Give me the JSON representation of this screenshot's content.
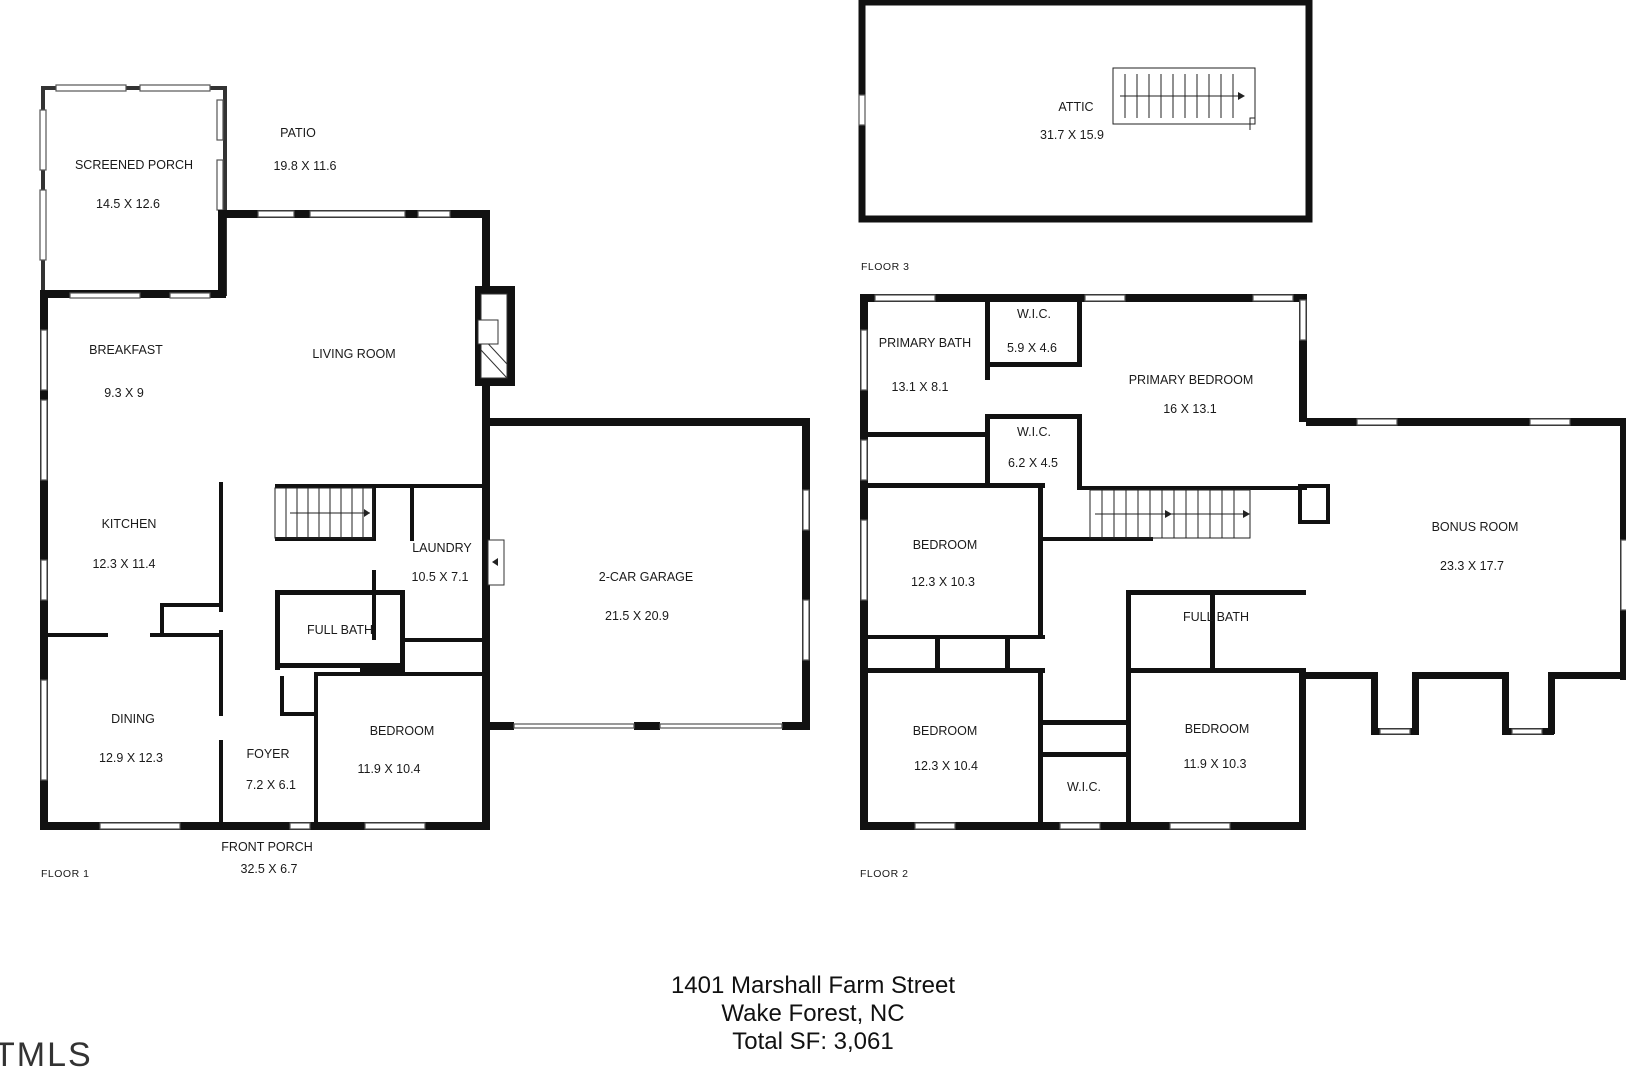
{
  "floors": {
    "floor1": {
      "label": "FLOOR 1",
      "rooms": [
        {
          "name": "SCREENED PORCH",
          "dims": "14.5 X 12.6"
        },
        {
          "name": "PATIO",
          "dims": "19.8 X 11.6"
        },
        {
          "name": "BREAKFAST",
          "dims": "9.3 X 9"
        },
        {
          "name": "LIVING ROOM",
          "dims": ""
        },
        {
          "name": "KITCHEN",
          "dims": "12.3 X 11.4"
        },
        {
          "name": "LAUNDRY",
          "dims": "10.5 X 7.1"
        },
        {
          "name": "2-CAR GARAGE",
          "dims": "21.5 X 20.9"
        },
        {
          "name": "FULL BATH",
          "dims": ""
        },
        {
          "name": "DINING",
          "dims": "12.9 X 12.3"
        },
        {
          "name": "FOYER",
          "dims": "7.2 X 6.1"
        },
        {
          "name": "BEDROOM",
          "dims": "11.9 X 10.4"
        },
        {
          "name": "FRONT PORCH",
          "dims": "32.5 X 6.7"
        }
      ]
    },
    "floor2": {
      "label": "FLOOR 2",
      "rooms": [
        {
          "name": "PRIMARY BATH",
          "dims": "13.1 X 8.1"
        },
        {
          "name": "W.I.C.",
          "dims": "5.9 X 4.6"
        },
        {
          "name": "PRIMARY BEDROOM",
          "dims": "16 X 13.1"
        },
        {
          "name": "W.I.C.",
          "dims": "6.2 X 4.5"
        },
        {
          "name": "BEDROOM",
          "dims": "12.3 X 10.3"
        },
        {
          "name": "BONUS ROOM",
          "dims": "23.3 X 17.7"
        },
        {
          "name": "FULL BATH",
          "dims": ""
        },
        {
          "name": "BEDROOM",
          "dims": "12.3 X 10.4"
        },
        {
          "name": "BEDROOM",
          "dims": "11.9 X 10.3"
        },
        {
          "name": "W.I.C.",
          "dims": ""
        }
      ]
    },
    "floor3": {
      "label": "FLOOR 3",
      "rooms": [
        {
          "name": "ATTIC",
          "dims": "31.7 X 15.9"
        }
      ]
    }
  },
  "address": {
    "line1": "1401 Marshall Farm Street",
    "line2": "Wake Forest, NC",
    "total": "Total SF: 3,061"
  },
  "logo": "TMLS"
}
